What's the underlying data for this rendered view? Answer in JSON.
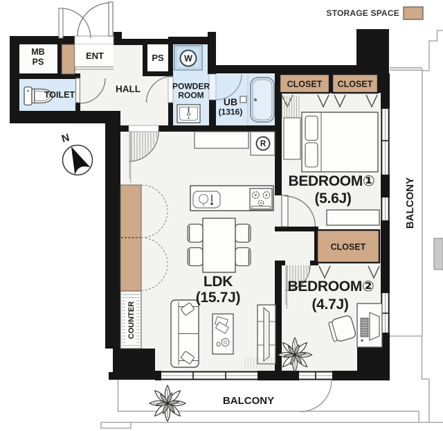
{
  "title": "apartment floor plan",
  "legend": {
    "label": "STORAGE SPACE",
    "swatch_color": "#cfa988"
  },
  "compass": {
    "north_label": "N"
  },
  "rooms": {
    "mbps": {
      "line1": "MB",
      "line2": "PS"
    },
    "ent": {
      "label": "ENT"
    },
    "hall": {
      "label": "HALL"
    },
    "ps": {
      "label": "PS"
    },
    "toilet": {
      "label": "TOILET"
    },
    "powder_room": {
      "line1": "POWDER",
      "line2": "ROOM"
    },
    "unit_bath": {
      "name": "UB",
      "size": "(1316)"
    },
    "bedroom1": {
      "name": "BEDROOM①",
      "size": "(5.6J)"
    },
    "bedroom2": {
      "name": "BEDROOM②",
      "size": "(4.7J)"
    },
    "ldk": {
      "name": "LDK",
      "size": "(15.7J)"
    },
    "closet1": {
      "label": "CLOSET"
    },
    "closet2": {
      "label": "CLOSET"
    },
    "closet3": {
      "label": "CLOSET"
    },
    "counter": {
      "label": "COUNTER"
    },
    "balcony_right": {
      "label": "BALCONY"
    },
    "balcony_bottom": {
      "label": "BALCONY"
    }
  },
  "symbols": {
    "washing_machine": "W",
    "refrigerator": "R"
  },
  "colors": {
    "wall": "#161616",
    "storage_tan": "#cfa988",
    "water_blue": "#dceaf7",
    "floor": "#f3f3f0",
    "outline_gray": "#999999"
  }
}
